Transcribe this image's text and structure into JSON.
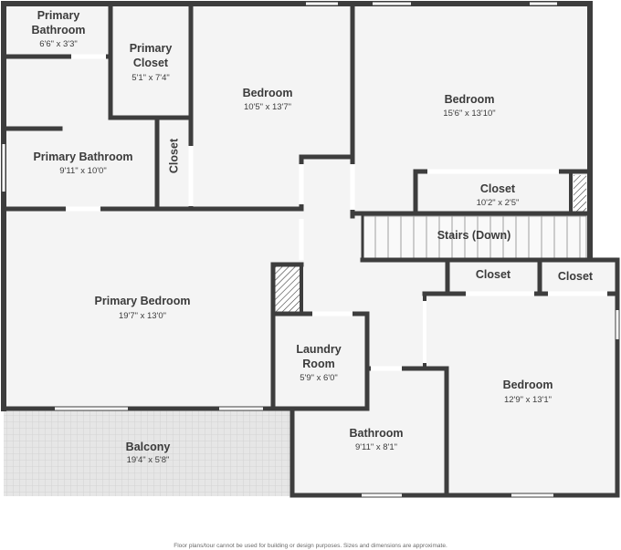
{
  "rooms": {
    "primary_bathroom_small": {
      "name_line1": "Primary",
      "name_line2": "Bathroom",
      "dims": "6'6\" x 3'3\""
    },
    "primary_closet": {
      "name_line1": "Primary",
      "name_line2": "Closet",
      "dims": "5'1\" x 7'4\""
    },
    "bedroom_1": {
      "name": "Bedroom",
      "dims": "10'5\" x 13'7\""
    },
    "bedroom_2": {
      "name": "Bedroom",
      "dims": "15'6\" x 13'10\""
    },
    "primary_bathroom": {
      "name": "Primary Bathroom",
      "dims": "9'11\" x 10'0\""
    },
    "closet_vertical": {
      "name": "Closet"
    },
    "closet_upper": {
      "name": "Closet",
      "dims": "10'2\" x 2'5\""
    },
    "stairs": {
      "name": "Stairs (Down)"
    },
    "closet_mid_left": {
      "name": "Closet"
    },
    "closet_mid_right": {
      "name": "Closet"
    },
    "primary_bedroom": {
      "name": "Primary Bedroom",
      "dims": "19'7\" x 13'0\""
    },
    "laundry_room": {
      "name_line1": "Laundry",
      "name_line2": "Room",
      "dims": "5'9\" x 6'0\""
    },
    "bedroom_3": {
      "name": "Bedroom",
      "dims": "12'9\" x 13'1\""
    },
    "bathroom": {
      "name": "Bathroom",
      "dims": "9'11\" x 8'1\""
    },
    "balcony": {
      "name": "Balcony",
      "dims": "19'4\" x 5'8\""
    }
  },
  "disclaimer": "Floor plans/tour cannot be used for building or design purposes. Sizes and dimensions are approximate.",
  "colors": {
    "wall": "#3d3d3d",
    "floor": "#f4f4f4",
    "balcony": "#e6e6e6",
    "window": "#ffffff"
  }
}
